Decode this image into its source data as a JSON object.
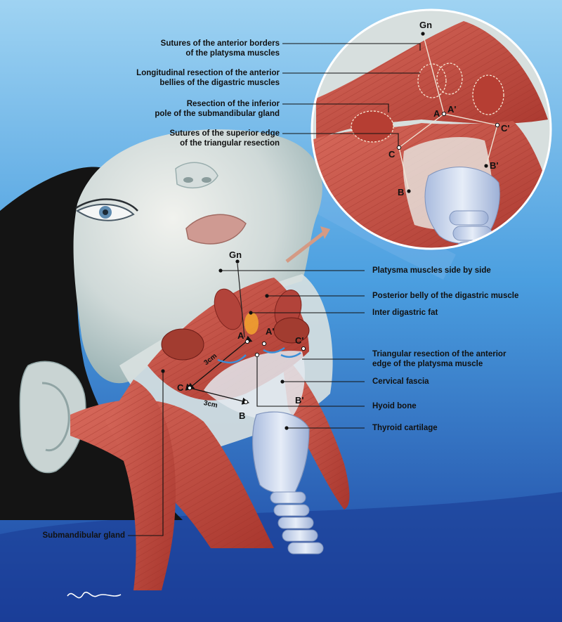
{
  "labels": {
    "sutures_anterior_borders": "Sutures of the anterior borders\nof the platysma muscles",
    "longitudinal_resection": "Longitudinal resection of the anterior\nbellies of the digastric muscles",
    "resection_inferior_pole": "Resection of the inferior\npole of the submandibular gland",
    "sutures_superior_edge": "Sutures of the superior edge\nof the triangular resection",
    "platysma_side_by_side": "Platysma muscles side by side",
    "posterior_belly": "Posterior belly of the digastric muscle",
    "inter_digastric_fat": "Inter digastric fat",
    "triangular_resection": "Triangular resection of the anterior\nedge of the platysma muscle",
    "cervical_fascia": "Cervical fascia",
    "hyoid_bone": "Hyoid bone",
    "thyroid_cartilage": "Thyroid cartilage",
    "submandibular_gland": "Submandibular gland"
  },
  "points": {
    "gn": "Gn",
    "a": "A",
    "a_prime": "A'",
    "b": "B",
    "b_prime": "B'",
    "c": "C",
    "c_prime": "C'"
  },
  "measurements": {
    "ac": "3cm",
    "cb": "3cm"
  },
  "colors": {
    "background_top": "#8fc8ee",
    "background_bottom": "#1f4fb3",
    "muscle": "#c9554a",
    "muscle_dark": "#8e2a24",
    "skin": "#dfe6e6",
    "cartilage": "#c9d6ec"
  }
}
